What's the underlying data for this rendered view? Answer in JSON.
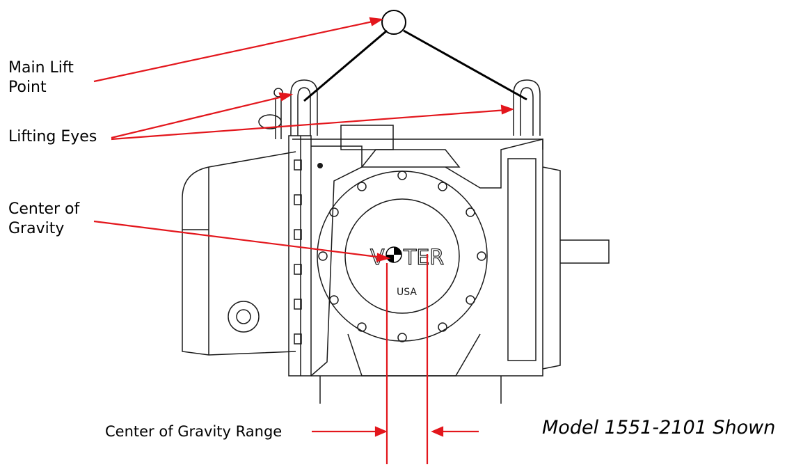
{
  "labels": {
    "main_lift_point": [
      "Main Lift",
      "Point"
    ],
    "lifting_eyes": "Lifting Eyes",
    "center_of_gravity": [
      "Center of",
      "Gravity"
    ],
    "cog_range": "Center of Gravity Range",
    "model": "Model 1551-2101 Shown"
  },
  "nameplate": {
    "brand_left": "V",
    "brand_right": "TER",
    "origin": "USA"
  },
  "colors": {
    "callout": "#e3161c",
    "drawing": "#1a1a1a",
    "sling": "#000000"
  }
}
